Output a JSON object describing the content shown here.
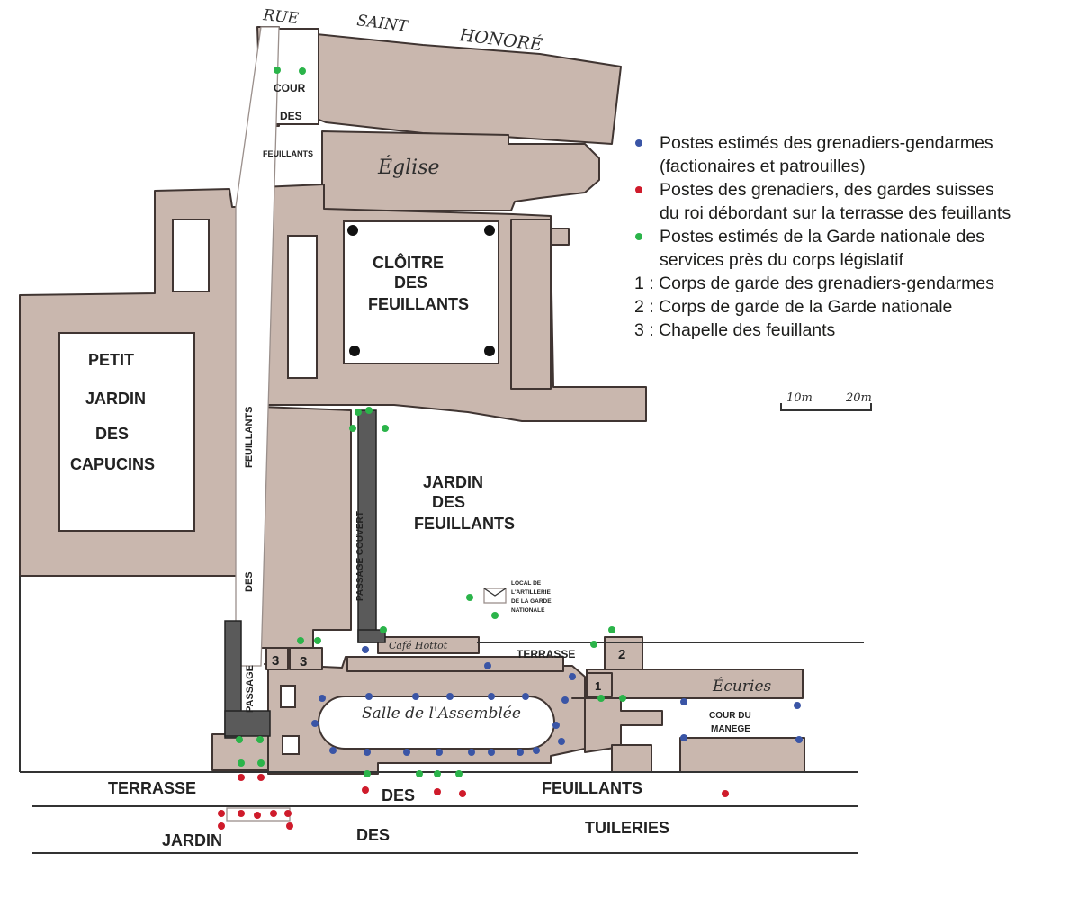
{
  "streets": {
    "top_rue": "RUE",
    "top_saint": "SAINT",
    "top_honore": "HONORÉ"
  },
  "labels": {
    "cour_des_feuillants_1": "COUR",
    "cour_des_feuillants_2": "DES",
    "cour_des_feuillants_3": "FEUILLANTS",
    "eglise": "Église",
    "cloitre_1": "CLÔITRE",
    "cloitre_2": "DES",
    "cloitre_3": "FEUILLANTS",
    "petit_jardin_1": "PETIT",
    "petit_jardin_2": "JARDIN",
    "petit_jardin_3": "DES",
    "petit_jardin_4": "CAPUCINS",
    "passage_feuillants": "FEUILLANTS",
    "passage_des": "DES",
    "passage": "PASSAGE",
    "passage_couvert": "PASSAGE COUVERT",
    "jardin_feuillants_1": "JARDIN",
    "jardin_feuillants_2": "DES",
    "jardin_feuillants_3": "FEUILLANTS",
    "local_1": "LOCAL DE",
    "local_2": "L'ARTILLERIE",
    "local_3": "DE LA GARDE",
    "local_4": "NATIONALE",
    "cafe_hottot": "Café Hottot",
    "terrasse_top": "TERRASSE",
    "salle": "Salle de l'Assemblée",
    "ecuries": "Écuries",
    "cour_manege_1": "COUR DU",
    "cour_manege_2": "MANEGE",
    "bottom_terrasse": "TERRASSE",
    "bottom_des": "DES",
    "bottom_feuillants": "FEUILLANTS",
    "bottom_jardin": "JARDIN",
    "bottom_des2": "DES",
    "bottom_tuileries": "TUILERIES",
    "num_1": "1",
    "num_2": "2",
    "num_3a": "3",
    "num_3b": "3"
  },
  "scale": {
    "label_10": "10m",
    "label_20": "20m"
  },
  "legend": {
    "colors": {
      "blue": "#3a55a6",
      "red": "#cf1b2b",
      "green": "#2bb44a"
    },
    "blue_line1": "Postes estimés des grenadiers-gendarmes",
    "blue_line2": "(factionaires et patrouilles)",
    "red_line1": "Postes des grenadiers, des gardes suisses",
    "red_line2": "du roi débordant sur la terrasse des feuillants",
    "green_line1": "Postes estimés de la Garde nationale des",
    "green_line2": "services près du corps législatif",
    "item1": "1 : Corps de garde des grenadiers-gendarmes",
    "item2": "2 : Corps de garde de la Garde nationale",
    "item3": "3 : Chapelle des feuillants"
  }
}
